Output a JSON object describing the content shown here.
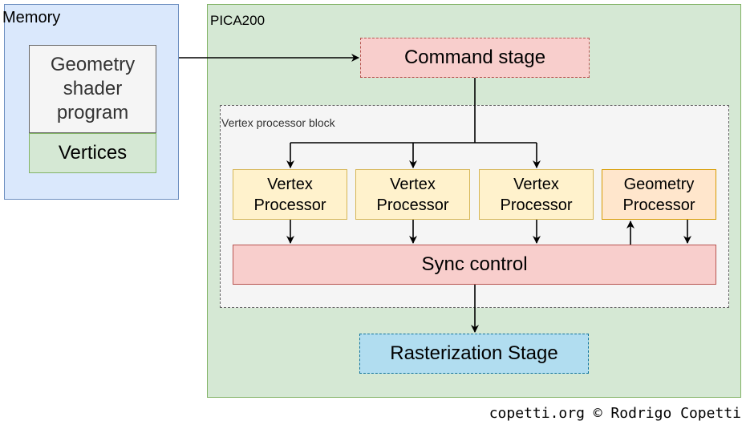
{
  "memory": {
    "label": "Memory",
    "geometry_shader_program": "Geometry\nshader\nprogram",
    "vertices": "Vertices"
  },
  "pica": {
    "label": "PICA200",
    "command_stage": "Command stage",
    "vertex_block_label": "Vertex processor block",
    "processors": [
      {
        "label": "Vertex\nProcessor"
      },
      {
        "label": "Vertex\nProcessor"
      },
      {
        "label": "Vertex\nProcessor"
      },
      {
        "label": "Geometry\nProcessor"
      }
    ],
    "sync_control": "Sync control",
    "rasterization_stage": "Rasterization Stage"
  },
  "credit": "copetti.org © Rodrigo Copetti",
  "colors": {
    "memory_fill": "#dae8fc",
    "pica_fill": "#d5e8d4",
    "command_fill": "#f8cecc",
    "vertex_fill": "#fff2cc",
    "geometry_fill": "#ffe6cc",
    "raster_fill": "#b1ddf0"
  }
}
